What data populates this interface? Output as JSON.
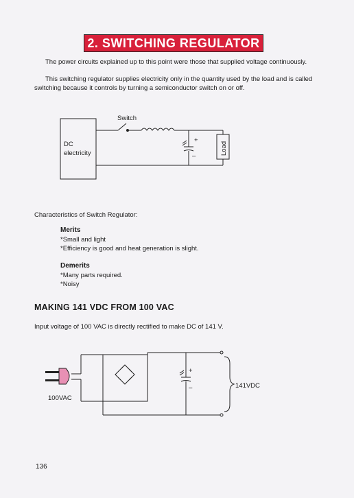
{
  "title": "2. SWITCHING REGULATOR",
  "intro_paragraph_1": "The power circuits explained up to this point were those that supplied voltage continuously.",
  "intro_paragraph_2": "This switching regulator supplies electricity only in the quantity used by the load and is called switching because it controls by turning a semiconductor switch on or off.",
  "diagram1": {
    "switch_label": "Switch",
    "dc_label_line1": "DC",
    "dc_label_line2": "electricity",
    "load_label": "Load",
    "plus": "+",
    "minus": "–"
  },
  "characteristics_heading": "Characteristics of Switch Regulator:",
  "merits": {
    "heading": "Merits",
    "items": [
      "*Small and light",
      "*Efficiency is good and heat generation is slight."
    ]
  },
  "demerits": {
    "heading": "Demerits",
    "items": [
      "*Many parts required.",
      "*Noisy"
    ]
  },
  "section_heading": "MAKING 141 VDC FROM 100 VAC",
  "input_text": "Input voltage of 100 VAC is directly rectified to make DC of 141 V.",
  "diagram2": {
    "ac_label": "100VAC",
    "output_label": "141VDC",
    "plus": "+",
    "minus": "–"
  },
  "page_number": "136"
}
